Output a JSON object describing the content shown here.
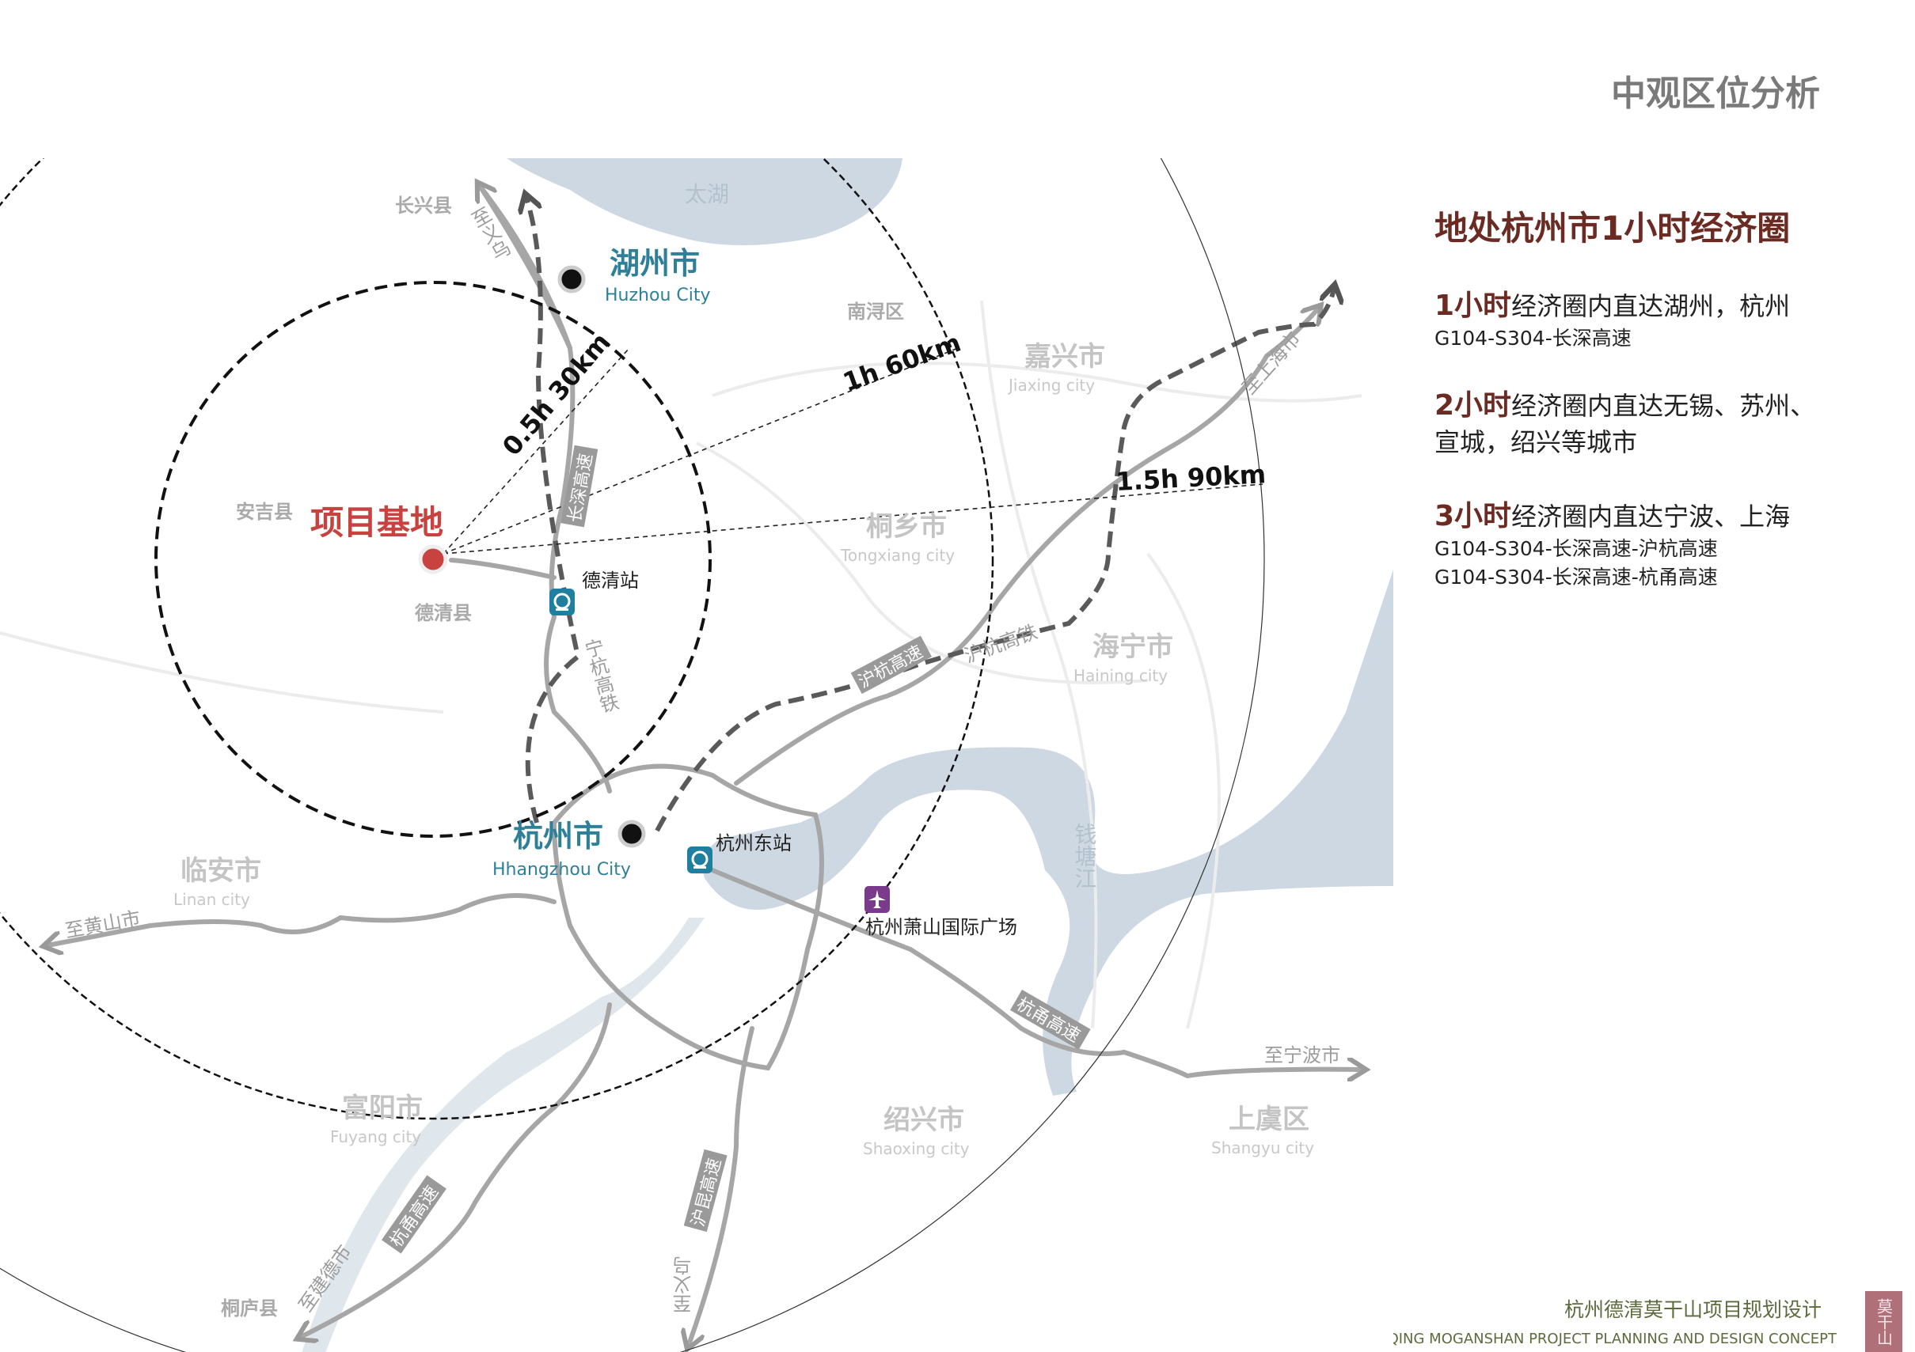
{
  "page_title": "中观区位分析",
  "panel": {
    "heading": "地处杭州市1小时经济圈",
    "items": [
      {
        "highlight": "1小时",
        "text": "经济圈内直达湖州，杭州",
        "subs": [
          "G104-S304-长深高速"
        ]
      },
      {
        "highlight": "2小时",
        "text": "经济圈内直达无锡、苏州、",
        "text2": "宣城，绍兴等城市",
        "subs": []
      },
      {
        "highlight": "3小时",
        "text": "经济圈内直达宁波、上海",
        "subs": [
          "G104-S304-长深高速-沪杭高速",
          "G104-S304-长深高速-杭甬高速"
        ]
      }
    ]
  },
  "footer": {
    "title_cn": "杭州德清莫干山项目规划设计",
    "title_en": "HANGZHOU DEQING MOGANSHAN PROJECT PLANNING AND DESIGN CONCEPT",
    "seal_text": "莫干山"
  },
  "colors": {
    "accent_dark_red": "#6b2a22",
    "project_red": "#c8423f",
    "city_teal": "#2e7f98",
    "water": "#cdd8e2",
    "road": "#a6a6a6",
    "footer_olive": "#5c6a3c",
    "airport_purple": "#7b3b8c"
  },
  "map": {
    "project": "项目基地",
    "cities": [
      {
        "cn": "湖州市",
        "en": "Huzhou City"
      },
      {
        "cn": "杭州市",
        "en": "Hhangzhou City"
      }
    ],
    "minor_cities": [
      {
        "cn": "嘉兴市",
        "en": "Jiaxing city"
      },
      {
        "cn": "桐乡市",
        "en": "Tongxiang city"
      },
      {
        "cn": "海宁市",
        "en": "Haining city"
      },
      {
        "cn": "临安市",
        "en": "Linan city"
      },
      {
        "cn": "富阳市",
        "en": "Fuyang city"
      },
      {
        "cn": "绍兴市",
        "en": "Shaoxing city"
      },
      {
        "cn": "上虞区",
        "en": "Shangyu city"
      }
    ],
    "counties": [
      "长兴县",
      "南浔区",
      "安吉县",
      "德清县",
      "桐庐县"
    ],
    "water": [
      "太湖",
      "钱塘江"
    ],
    "stations": [
      "德清站",
      "杭州东站"
    ],
    "airport": "杭州萧山国际广场",
    "rings": [
      "0.5h 30km",
      "1h 60km",
      "1.5h 90km"
    ],
    "roads": [
      "长深高速",
      "宁杭高铁",
      "沪杭高速",
      "沪杭高铁",
      "杭甬高速",
      "沪昆高速",
      "杭甬高速"
    ],
    "directions": [
      "至义乌",
      "至上海市",
      "至黄山市",
      "至宁波市",
      "至义乌",
      "至建德市"
    ]
  }
}
